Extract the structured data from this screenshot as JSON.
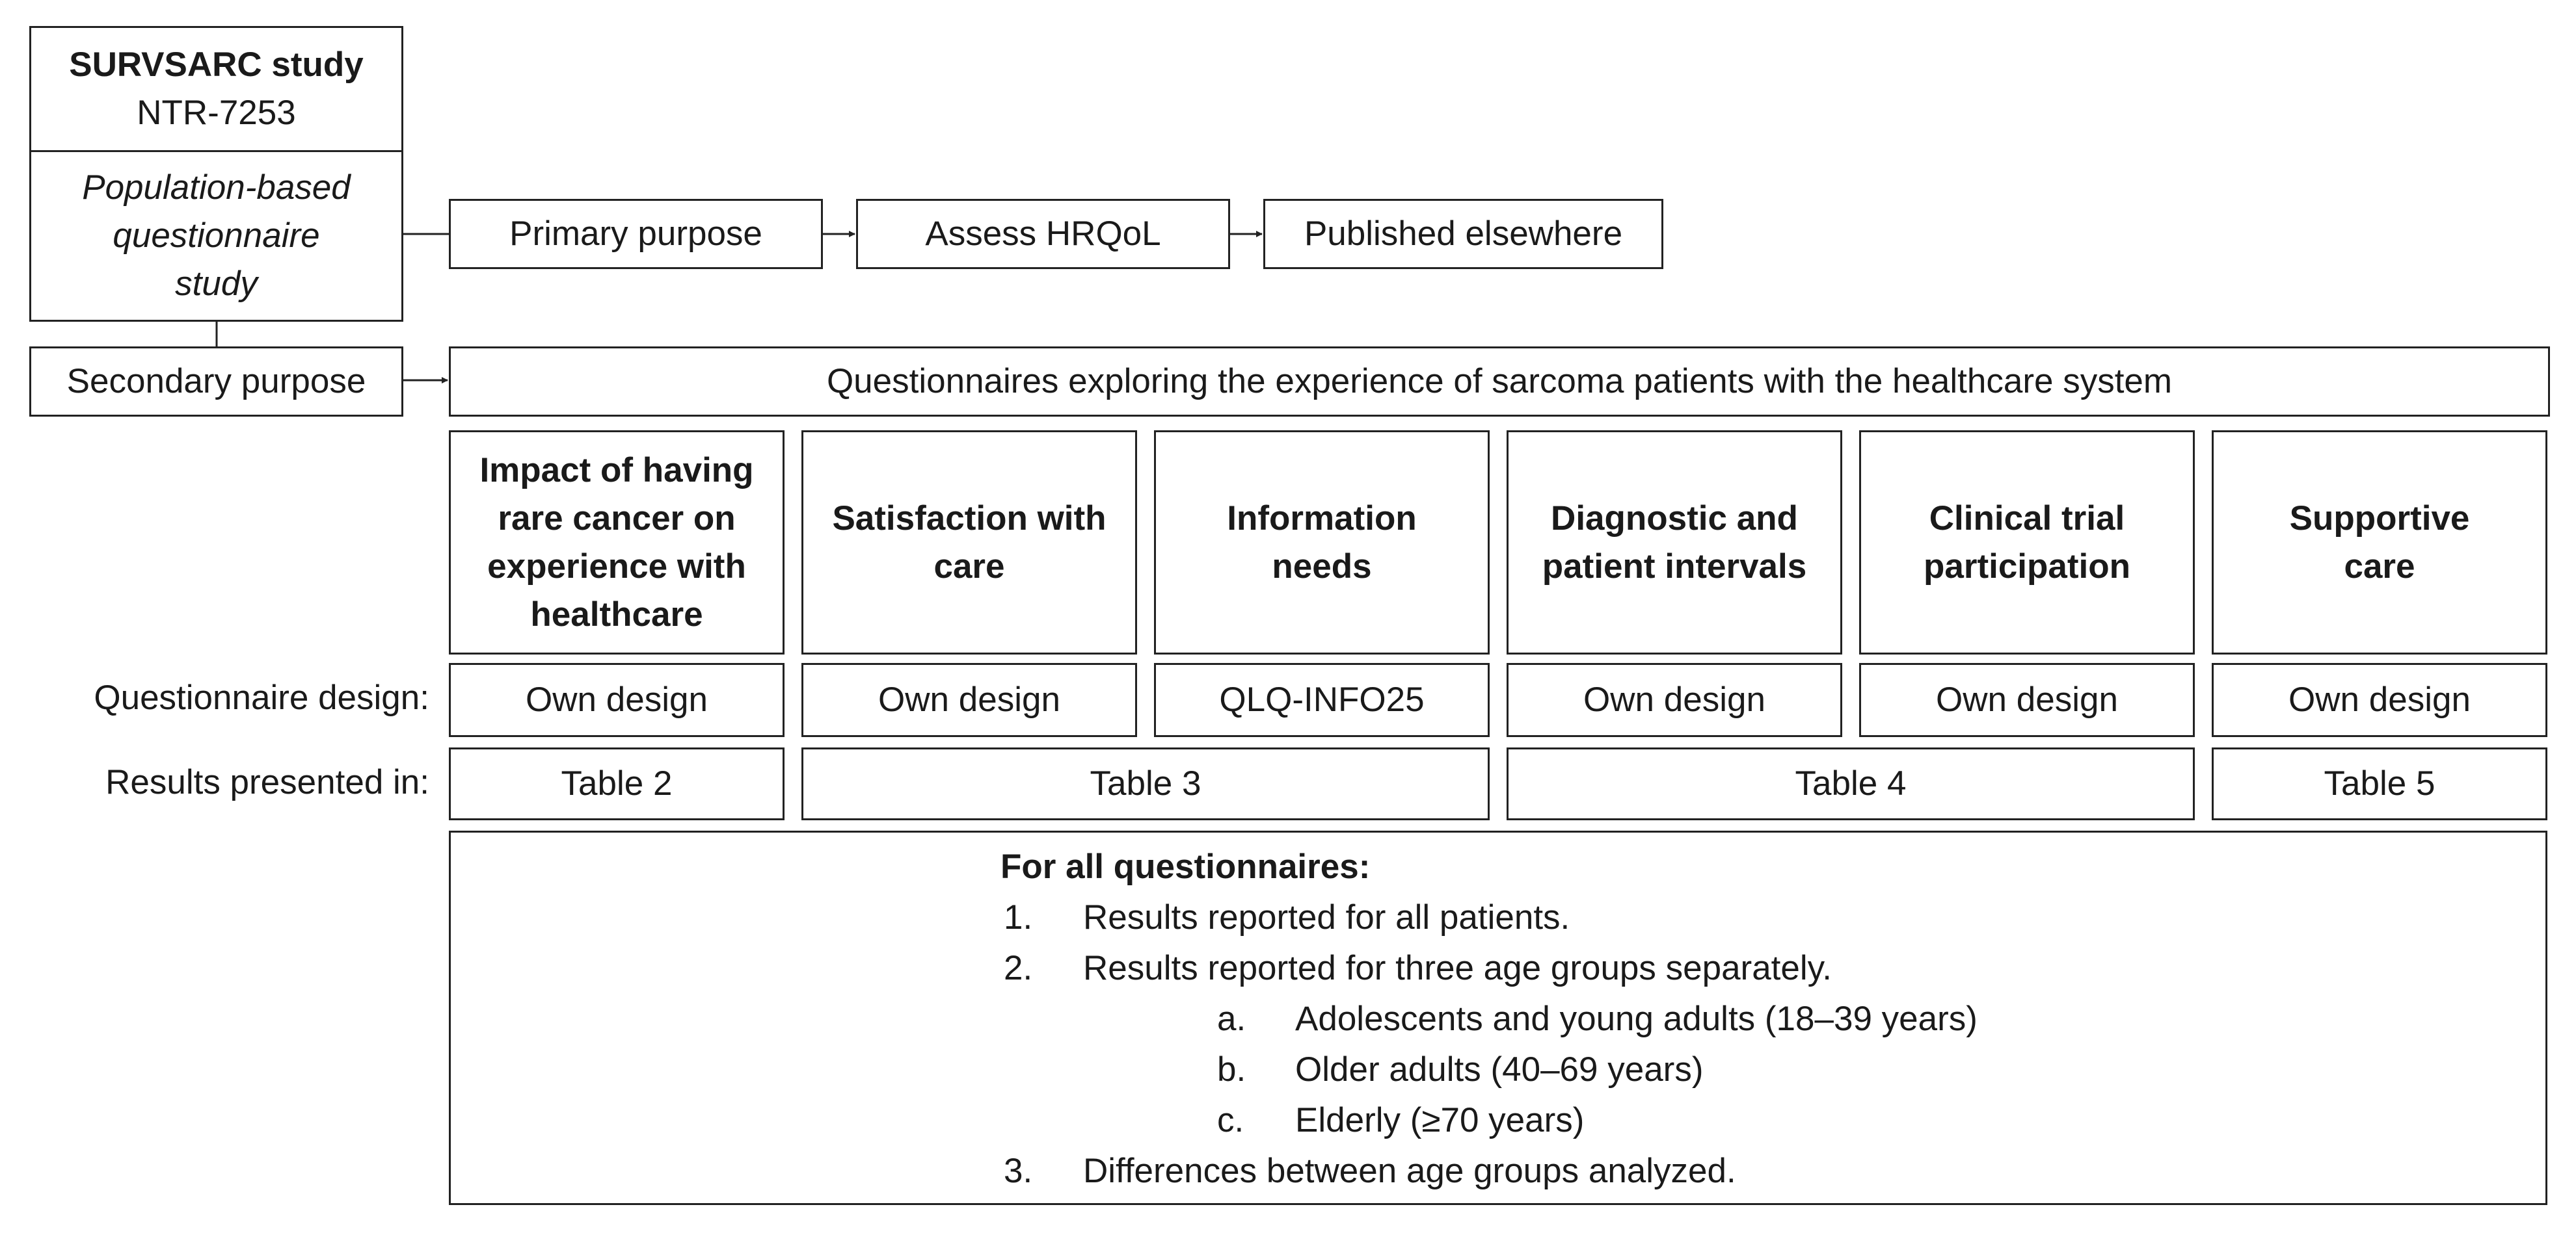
{
  "study": {
    "title": "SURVSARC study",
    "registration": "NTR-7253",
    "description": "Population-based questionnaire study"
  },
  "primary": {
    "label": "Primary purpose",
    "step": "Assess HRQoL",
    "outcome": "Published elsewhere"
  },
  "secondary": {
    "label": "Secondary purpose",
    "banner": "Questionnaires exploring the experience of sarcoma patients with the healthcare system"
  },
  "topics": [
    "Impact of having rare cancer on experience with healthcare",
    "Satisfaction with care",
    "Information needs",
    "Diagnostic and patient intervals",
    "Clinical trial participation",
    "Supportive care"
  ],
  "design": {
    "row_label": "Questionnaire design:",
    "values": [
      "Own design",
      "Own design",
      "QLQ-INFO25",
      "Own design",
      "Own design",
      "Own design"
    ]
  },
  "results": {
    "row_label": "Results presented in:",
    "values": [
      "Table 2",
      "Table 3",
      "Table 4",
      "Table 5"
    ]
  },
  "summary": {
    "heading": "For all questionnaires:",
    "items": [
      {
        "marker": "1.",
        "text": "Results reported for all patients."
      },
      {
        "marker": "2.",
        "text": "Results reported for three age groups separately."
      },
      {
        "marker": "a.",
        "text": "Adolescents and young adults (18–39 years)"
      },
      {
        "marker": "b.",
        "text": "Older adults (40–69 years)"
      },
      {
        "marker": "c.",
        "text": "Elderly (≥70 years)"
      },
      {
        "marker": "3.",
        "text": "Differences between age groups analyzed."
      }
    ]
  }
}
